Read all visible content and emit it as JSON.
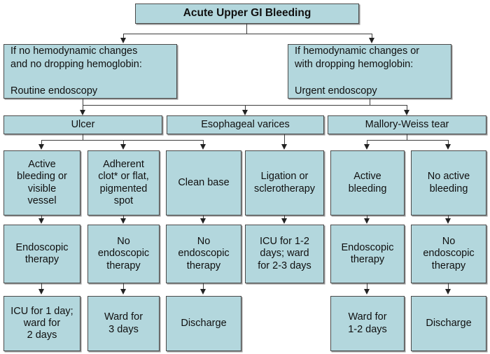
{
  "figure": {
    "kind": "clinical-algorithm-flowchart",
    "palette": {
      "node_fill": "#b3d7dd",
      "node_border": "#4a4a4a",
      "connector": "#3d3d3d",
      "text": "#101010",
      "background": "#ffffff"
    },
    "footnote_marker": "*"
  },
  "nodes": {
    "root": {
      "label": "Acute Upper GI Bleeding"
    },
    "triage_left": {
      "label": "If no hemodynamic changes\nand no dropping hemoglobin:\n\nRoutine endoscopy"
    },
    "triage_right": {
      "label": "If hemodynamic changes or\nwith dropping hemoglobin:\n\nUrgent endoscopy"
    },
    "dx_ulcer": {
      "label": "Ulcer"
    },
    "dx_varices": {
      "label": "Esophageal varices"
    },
    "dx_mallory": {
      "label": "Mallory-Weiss tear"
    },
    "finding_1": {
      "label": "Active\nbleeding or\nvisible\nvessel"
    },
    "finding_2": {
      "label": "Adherent\nclot* or flat,\npigmented\nspot"
    },
    "finding_3": {
      "label": "Clean base"
    },
    "finding_4": {
      "label": "Ligation or\nsclerotherapy"
    },
    "finding_5": {
      "label": "Active\nbleeding"
    },
    "finding_6": {
      "label": "No active\nbleeding"
    },
    "therapy_1": {
      "label": "Endoscopic\ntherapy"
    },
    "therapy_2": {
      "label": "No\nendoscopic\ntherapy"
    },
    "therapy_3": {
      "label": "No\nendoscopic\ntherapy"
    },
    "therapy_4": {
      "label": "ICU for 1-2\ndays; ward\nfor 2-3 days"
    },
    "therapy_5": {
      "label": "Endoscopic\ntherapy"
    },
    "therapy_6": {
      "label": "No\nendoscopic\ntherapy"
    },
    "disposition_1": {
      "label": "ICU for 1 day;\nward for\n2 days"
    },
    "disposition_2": {
      "label": "Ward for\n3 days"
    },
    "disposition_3": {
      "label": "Discharge"
    },
    "disposition_5": {
      "label": "Ward for\n1-2 days"
    },
    "disposition_6": {
      "label": "Discharge"
    }
  }
}
